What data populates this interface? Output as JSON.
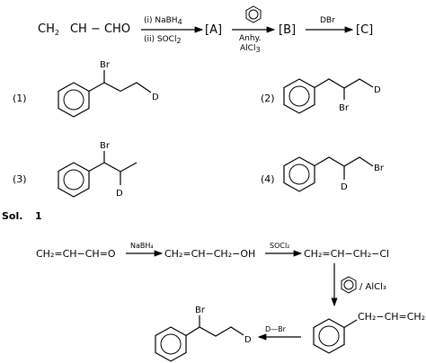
{
  "question": {
    "reactant": "CH",
    "reactant_sub": "2",
    "reactant_rest": "CH − CHO",
    "step1_reagent_a": "(i) NaBH",
    "step1_reagent_a_sub": "4",
    "step1_reagent_b": "(ii) SOCl",
    "step1_reagent_b_sub": "2",
    "product_a": "[A]",
    "step2_reagent_a": "Anhy.",
    "step2_reagent_b": "AlCl",
    "step2_reagent_b_sub": "3",
    "product_b": "[B]",
    "step3_reagent": "DBr",
    "product_c": "[C]"
  },
  "options": [
    {
      "number": "(1)",
      "br": "Br",
      "d": "D"
    },
    {
      "number": "(2)",
      "br": "Br",
      "d": "D"
    },
    {
      "number": "(3)",
      "br": "Br",
      "d": "D"
    },
    {
      "number": "(4)",
      "br": "Br",
      "d": "D"
    }
  ],
  "solution": {
    "label": "Sol.",
    "answer": "1",
    "acrolein": "CH₂=CH−CH=O",
    "reagent1": "NaBH₄",
    "allyl_alcohol": "CH₂=CH−CH₂−OH",
    "reagent2": "SOCl₂",
    "allyl_chloride": "CH₂=CH−CH₂−Cl",
    "reagent3": "/ AlCl₃",
    "allylbenzene": "CH₂−CH=CH₂",
    "reagent4": "D—Br",
    "product_br": "Br",
    "product_d": "D"
  }
}
